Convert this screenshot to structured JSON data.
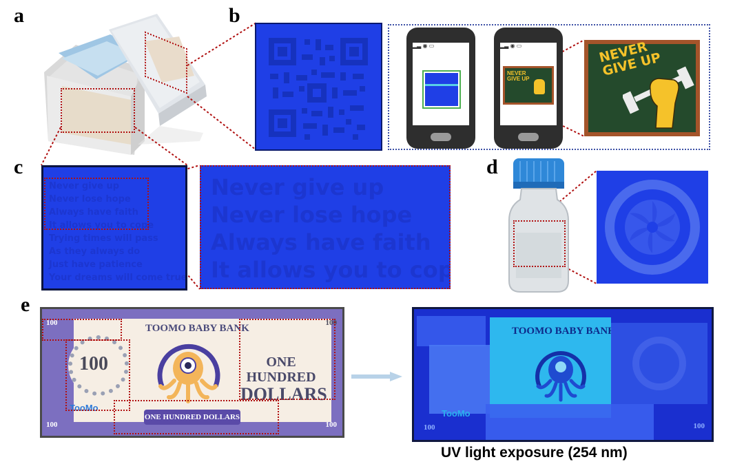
{
  "panel_labels": {
    "a": "a",
    "b": "b",
    "c": "c",
    "d": "d",
    "e": "e"
  },
  "panel_b": {
    "poster_lines": [
      "NEVER",
      "GIVE UP"
    ],
    "phone_small_lines": [
      "NEVER",
      "GIVE UP"
    ]
  },
  "panel_c": {
    "small_lines": [
      "Never give up",
      "Never lose hope",
      "Always have faith",
      "It allows you to cope",
      "Trying times will pass",
      "As they always do",
      "Just have patience",
      "Your dreams will come true"
    ],
    "zoom_lines": [
      "Never give up",
      "Never lose hope",
      "Always have faith",
      "It allows you to cope"
    ]
  },
  "panel_e": {
    "bank_name": "TOOMO BABY BANK",
    "bank_name_uv": "TOOMO BABY BANK",
    "denomination": "100",
    "amount_line1": "ONE HUNDRED",
    "amount_line2": "DOLLARS",
    "ribbon": "ONE HUNDRED DOLLARS",
    "corner_value": "100",
    "brand": "TooMo",
    "uv_caption": "UV light exposure (254 nm)"
  },
  "colors": {
    "uv_blue": "#1f3fe6",
    "dotted_red": "#b01010",
    "chalkboard": "#244a2c",
    "frame_brown": "#a4542a",
    "fist_yellow": "#f5c22a",
    "note_lavender": "#7c6fc0",
    "note_cream": "#f6eee4"
  }
}
